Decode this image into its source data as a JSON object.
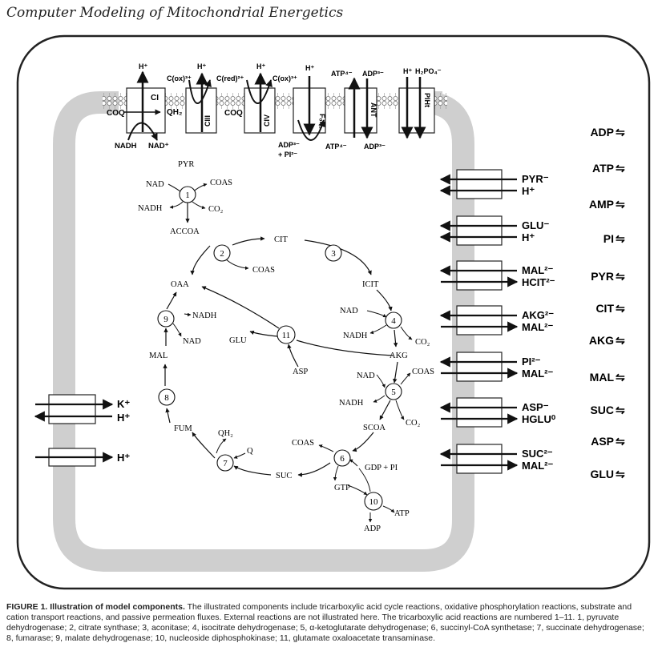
{
  "title": "Computer Modeling of Mitochondrial Energetics",
  "caption": {
    "label": "FIGURE 1.",
    "bold": "Illustration of model components.",
    "text": "The illustrated components include tricarboxylic acid cycle reactions, oxidative phosphorylation reactions, substrate and cation transport reactions, and passive permeation fluxes. External reactions are not illustrated here. The tricarboxylic acid reactions are numbered 1–11. 1, pyruvate dehydrogenase; 2, citrate synthase; 3, aconitase; 4, isocitrate dehydrogenase; 5, α-ketoglutarate dehydrogenase; 6, succinyl-CoA synthetase; 7, succinate dehydrogenase; 8, fumarase; 9, malate dehydrogenase; 10, nucleoside diphosphokinase; 11, glutamate oxaloacetate transaminase."
  },
  "top_complexes": {
    "ci": "CI",
    "ciii": "CIII",
    "civ": "CIV",
    "f0f1": "F₀F₁",
    "ant": "ANT",
    "piht": "PIHt",
    "coq1": "COQ",
    "qh2": "QH₂",
    "coq2": "COQ",
    "h_ci": "H⁺",
    "h_ciii": "H⁺",
    "h_civ": "H⁺",
    "h_f0f1": "H⁺",
    "h_piht": "H⁺",
    "cox_ciii": "C(ox)³⁺",
    "cred": "C(red)²⁺",
    "cox_civ": "C(ox)³⁺",
    "atp4_top": "ATP⁴⁻",
    "adp3_top": "ADP³⁻",
    "h2po4": "H₂PO₄⁻",
    "nadh": "NADH",
    "nad": "NAD⁺",
    "adp_pi_1": "ADP³⁻",
    "adp_pi_2": "+ PI²⁻",
    "atp4_bot": "ATP⁴⁻",
    "adp3_bot": "ADP³⁻"
  },
  "left_transporters": [
    {
      "label": "K⁺"
    },
    {
      "label": "H⁺"
    },
    {
      "label": "H⁺"
    }
  ],
  "right_transporters": [
    {
      "top": "PYR⁻",
      "bottom": "H⁺"
    },
    {
      "top": "GLU⁻",
      "bottom": "H⁺"
    },
    {
      "top": "MAL²⁻",
      "bottom": "HCIT²⁻"
    },
    {
      "top": "AKG²⁻",
      "bottom": "MAL²⁻"
    },
    {
      "top": "PI²⁻",
      "bottom": "MAL²⁻"
    },
    {
      "top": "ASP⁻",
      "bottom": "HGLU⁰"
    },
    {
      "top": "SUC²⁻",
      "bottom": "MAL²⁻"
    }
  ],
  "external": [
    "ADP",
    "ATP",
    "AMP",
    "PI",
    "PYR",
    "CIT",
    "AKG",
    "MAL",
    "SUC",
    "ASP",
    "GLU"
  ],
  "exchange_symbol": "⇋",
  "tca": {
    "pyr": "PYR",
    "nad1": "NAD",
    "coas1": "COAS",
    "nadh1": "NADH",
    "co2_1": "CO₂",
    "accoa": "ACCOA",
    "cit": "CIT",
    "coas2": "COAS",
    "icit": "ICIT",
    "oaa": "OAA",
    "nad4": "NAD",
    "nadh4": "NADH",
    "co2_4": "CO₂",
    "akg": "AKG",
    "nadh9": "NADH",
    "nad9": "NAD",
    "mal": "MAL",
    "glu": "GLU",
    "asp": "ASP",
    "nad5": "NAD",
    "coas5": "COAS",
    "nadh5": "NADH",
    "co2_5": "CO₂",
    "scoa": "SCOA",
    "fum": "FUM",
    "qh2": "QH₂",
    "q": "Q",
    "suc": "SUC",
    "coas6": "COAS",
    "gdp_pi": "GDP + PI",
    "gtp": "GTP",
    "atp10": "ATP",
    "adp10": "ADP"
  },
  "enzymes": [
    "1",
    "2",
    "3",
    "4",
    "5",
    "6",
    "7",
    "8",
    "9",
    "10",
    "11"
  ]
}
